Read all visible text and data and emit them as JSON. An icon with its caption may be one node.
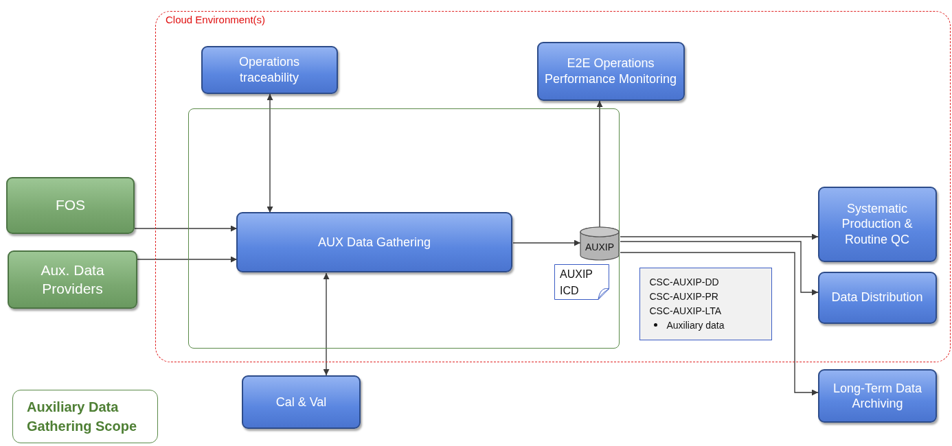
{
  "diagram": {
    "nodes": [
      {
        "text": [
          "Cloud Environment(s)"
        ]
      },
      {
        "text": [],
        "shape": "box",
        "in": 0
      },
      {
        "text": [
          "Operations traceability"
        ],
        "in": 0
      },
      {
        "text": [
          "E2E Operations Performance Monitoring"
        ],
        "in": 0
      },
      {
        "text": [
          "FOS"
        ]
      },
      {
        "text": [
          "Aux. Data Providers"
        ]
      },
      {
        "text": [
          "AUX Data Gathering"
        ],
        "in": 1
      },
      {
        "text": [
          "AUXIP"
        ],
        "in": 1
      },
      {
        "text": [
          "AUXIP ICD"
        ],
        "in": 1
      },
      {
        "text": [
          "CSC-AUXIP-DD",
          "CSC-AUXIP-PR",
          "CSC-AUXIP-LTA",
          "Auxiliary data"
        ],
        "in": 0
      },
      {
        "text": [
          "Systematic Production & Routine QC"
        ],
        "in": 0
      },
      {
        "text": [
          "Data Distribution"
        ],
        "in": 0
      },
      {
        "text": [
          "Long-Term Data Archiving"
        ]
      },
      {
        "text": [
          "Cal & Val"
        ]
      }
    ],
    "edges": [
      {
        "from": 2,
        "to": 6,
        "arrow": "both"
      },
      {
        "from": 6,
        "to": 13,
        "arrow": "both"
      },
      {
        "from": 7,
        "to": 3,
        "arrow": "to"
      },
      {
        "from": 4,
        "to": 6,
        "arrow": "to"
      },
      {
        "from": 5,
        "to": 6,
        "arrow": "to"
      },
      {
        "from": 6,
        "to": 7,
        "arrow": "to"
      },
      {
        "from": 7,
        "to": 10,
        "arrow": "to"
      },
      {
        "from": 7,
        "to": 11,
        "arrow": "to"
      },
      {
        "from": 7,
        "to": 12,
        "arrow": "to"
      }
    ],
    "legend": [
      {
        "text": "Auxiliary Data Gathering Scope"
      }
    ]
  }
}
